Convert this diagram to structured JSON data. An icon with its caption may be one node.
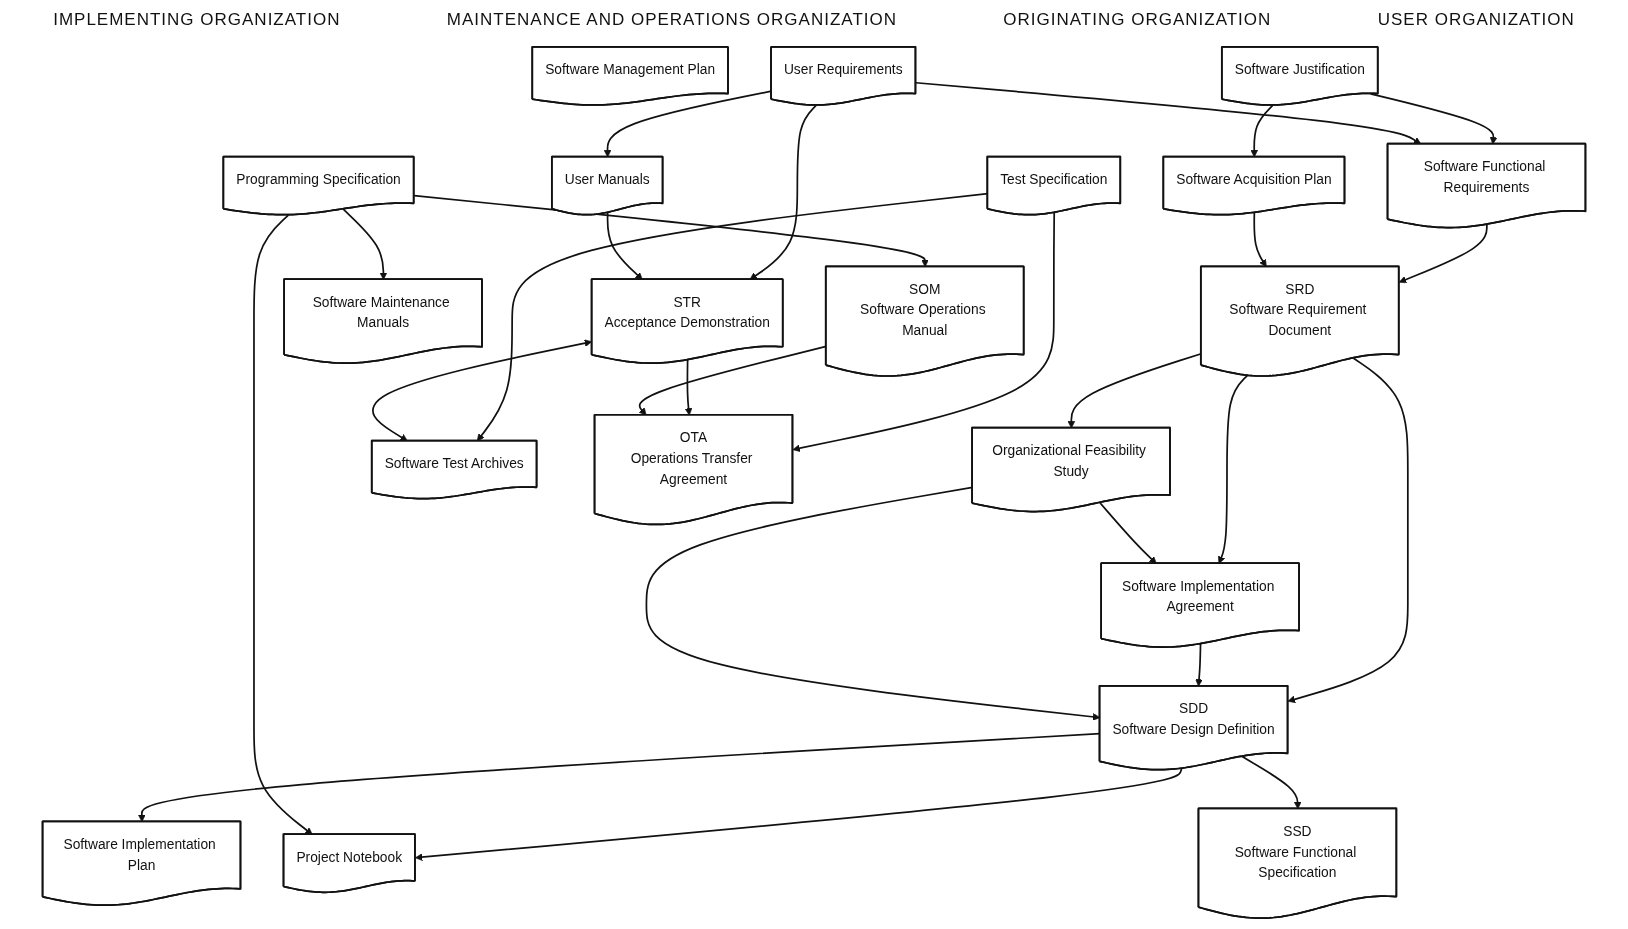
{
  "diagram": {
    "nodes": [
      {
        "text": [
          "Software Justification"
        ]
      },
      {
        "text": [
          "Software Functional Requirements"
        ]
      },
      {
        "text": [
          "Software Acquisition Plan"
        ]
      },
      {
        "text": [
          "SRD",
          "Software Requirement Document"
        ]
      },
      {
        "text": [
          "Organizational Feasibility Study"
        ]
      },
      {
        "text": [
          "Software Implementation Agreement"
        ]
      },
      {
        "text": [
          "SDD",
          "Software Design Definition"
        ]
      },
      {
        "text": [
          "Software Implementation Plan"
        ]
      },
      {
        "text": [
          "Project Notebook"
        ]
      },
      {
        "text": [
          "Software Management Plan"
        ]
      },
      {
        "text": [
          "SSD",
          "Software Functional Specification"
        ]
      },
      {
        "text": [
          "Software Maintenance Manuals"
        ]
      },
      {
        "text": [
          "Programming Specification"
        ]
      },
      {
        "text": [
          "User Requirements"
        ]
      },
      {
        "text": [
          "User Manuals"
        ]
      },
      {
        "text": [
          "Test Specification"
        ]
      },
      {
        "text": [
          "SOM",
          "Software Operations Manual"
        ]
      },
      {
        "text": [
          "STR",
          "Acceptance Demonstration"
        ]
      },
      {
        "text": [
          "Software Test Archives"
        ]
      },
      {
        "text": [
          "OTA",
          "Operations Transfer Agreement"
        ]
      }
    ],
    "edges": [
      {
        "from": 0,
        "to": 1,
        "arrow": "to"
      },
      {
        "from": 0,
        "to": 2,
        "arrow": "to"
      },
      {
        "from": 1,
        "to": 3,
        "arrow": "to"
      },
      {
        "from": 2,
        "to": 3,
        "arrow": "to"
      },
      {
        "from": 13,
        "to": 1,
        "arrow": "to"
      },
      {
        "from": 3,
        "to": 4,
        "arrow": "to"
      },
      {
        "from": 3,
        "to": 5,
        "arrow": "to"
      },
      {
        "from": 3,
        "to": 6,
        "arrow": "to"
      },
      {
        "from": 4,
        "to": 5,
        "arrow": "to"
      },
      {
        "from": 5,
        "to": 6,
        "arrow": "to"
      },
      {
        "from": 4,
        "to": 6,
        "arrow": "to"
      },
      {
        "from": 6,
        "to": 7,
        "arrow": "to"
      },
      {
        "from": 6,
        "to": 8,
        "arrow": "to"
      },
      {
        "from": 6,
        "to": 10,
        "arrow": "to"
      },
      {
        "from": 12,
        "to": 8,
        "arrow": "to"
      },
      {
        "from": 12,
        "to": 11,
        "arrow": "to"
      },
      {
        "from": 12,
        "to": 16,
        "arrow": "to"
      },
      {
        "from": 15,
        "to": 19,
        "arrow": "to"
      },
      {
        "from": 15,
        "to": 18,
        "arrow": "to"
      },
      {
        "from": 13,
        "to": 14,
        "arrow": "to"
      },
      {
        "from": 13,
        "to": 17,
        "arrow": "to"
      },
      {
        "from": 14,
        "to": 17,
        "arrow": "to"
      },
      {
        "from": 17,
        "to": 18,
        "arrow": "both"
      },
      {
        "from": 17,
        "to": 19,
        "arrow": "to"
      },
      {
        "from": 16,
        "to": 19,
        "arrow": "to"
      }
    ],
    "labels": [
      "IMPLEMENTING ORGANIZATION",
      "MAINTENANCE AND OPERATIONS ORGANIZATION",
      "ORIGINATING ORGANIZATION",
      "USER ORGANIZATION"
    ]
  }
}
